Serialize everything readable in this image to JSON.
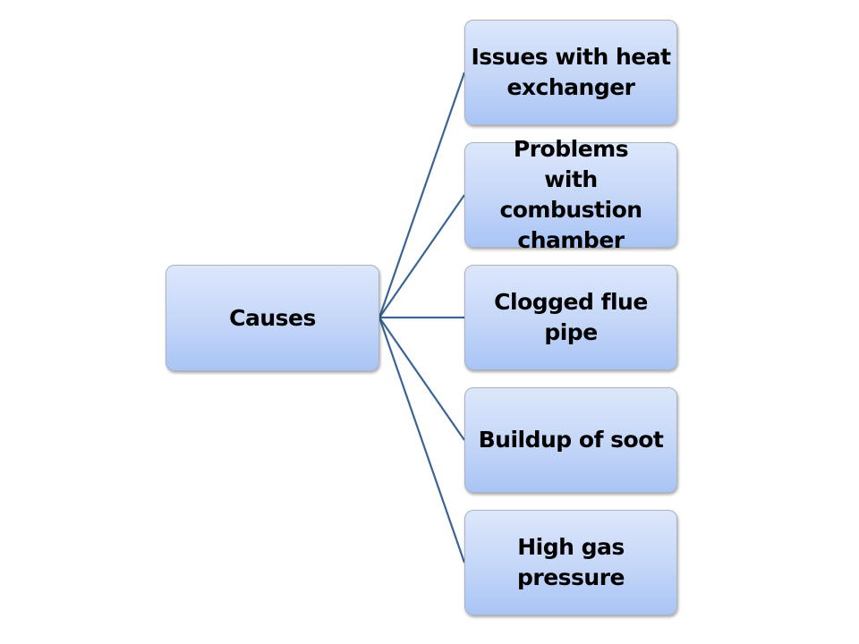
{
  "diagram": {
    "type": "hierarchy",
    "line_color": "#3a6496",
    "root": {
      "label": "Causes"
    },
    "children": [
      {
        "label": "Issues with heat exchanger"
      },
      {
        "label": "Problems with combustion chamber"
      },
      {
        "label": "Clogged flue pipe"
      },
      {
        "label": "Buildup of soot"
      },
      {
        "label": "High gas pressure"
      }
    ]
  }
}
